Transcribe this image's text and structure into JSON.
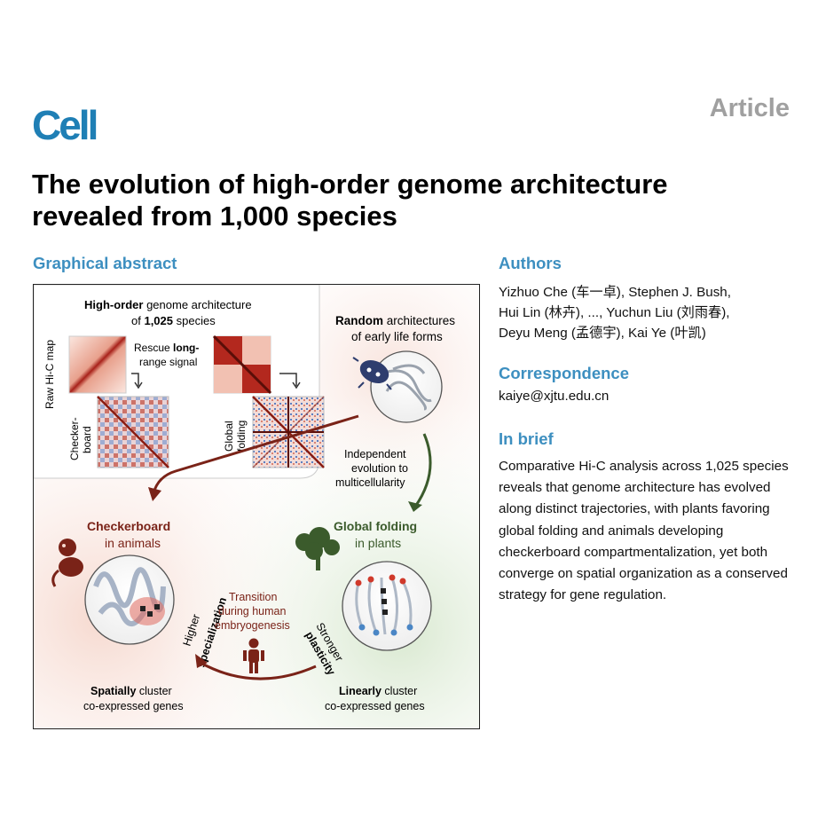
{
  "header": {
    "journal": "Cell",
    "article_type": "Article",
    "title": "The evolution of high-order genome architecture revealed from 1,000 species"
  },
  "graphical_abstract": {
    "heading": "Graphical abstract",
    "panel_title_bold": "High-order",
    "panel_title_rest": " genome architecture",
    "panel_title_line2_pre": "of ",
    "panel_title_line2_bold": "1,025",
    "panel_title_line2_post": " species",
    "raw_hic_label": "Raw Hi-C map",
    "rescue_line1_pre": "Rescue ",
    "rescue_line1_bold": "long-",
    "rescue_line2": "range signal",
    "checkerboard_label_1": "Checker-",
    "checkerboard_label_2": "board",
    "global_folding_label_1": "Global",
    "global_folding_label_2": "folding",
    "random_bold": "Random",
    "random_rest": " architectures",
    "random_line2": "of early life forms",
    "independent_1": "Independent",
    "independent_2": "evolution to",
    "independent_3": "multicellularity",
    "animals_bold": "Checkerboard",
    "animals_rest": "in animals",
    "plants_bold": "Global folding",
    "plants_rest": "in plants",
    "transition_1": "Transition",
    "transition_2": "during human",
    "transition_3": "embryogenesis",
    "higher": "Higher",
    "specialization": "specialization",
    "stronger": "Stronger",
    "plasticity": "plasticity",
    "spatial_bold": "Spatially",
    "spatial_rest": " cluster",
    "spatial_line2": "co-expressed genes",
    "linear_bold": "Linearly",
    "linear_rest": " cluster",
    "linear_line2": "co-expressed genes",
    "colors": {
      "animal_red": "#7a2318",
      "plant_green": "#3b5b2c",
      "heatmap_red": "#b3281e",
      "heatmap_blue": "#3c62a8"
    }
  },
  "authors_section": {
    "heading": "Authors",
    "line1": "Yizhuo Che (车一卓), Stephen J. Bush,",
    "line2": "Hui Lin (林卉), ..., Yuchun Liu (刘雨春),",
    "line3": "Deyu Meng (孟德宇), Kai Ye (叶凯)"
  },
  "correspondence": {
    "heading": "Correspondence",
    "email": "kaiye@xjtu.edu.cn"
  },
  "in_brief": {
    "heading": "In brief",
    "text": "Comparative Hi-C analysis across 1,025 species reveals that genome architecture has evolved along distinct trajectories, with plants favoring global folding and animals developing checkerboard compartmentalization, yet both converge on spatial organization as a conserved strategy for gene regulation."
  }
}
